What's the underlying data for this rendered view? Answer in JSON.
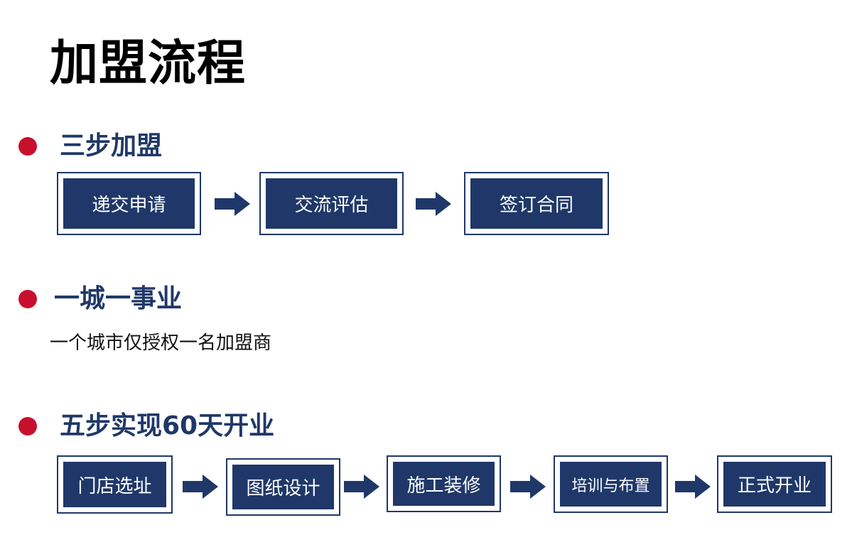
{
  "title": "加盟流程",
  "sections": [
    {
      "heading": "三步加盟",
      "steps": [
        "递交申请",
        "交流评估",
        "签订合同"
      ]
    },
    {
      "heading": "一城一事业",
      "text": "一个城市仅授权一名加盟商"
    },
    {
      "heading": "五步实现60天开业",
      "steps": [
        "门店选址",
        "图纸设计",
        "施工装修",
        "培训与布置",
        "正式开业"
      ]
    }
  ],
  "colors": {
    "navy": "#1f3869",
    "bullet_red": "#c8102e"
  },
  "icons": {
    "bullet": "red-dot-icon",
    "connector": "right-arrow-icon"
  }
}
